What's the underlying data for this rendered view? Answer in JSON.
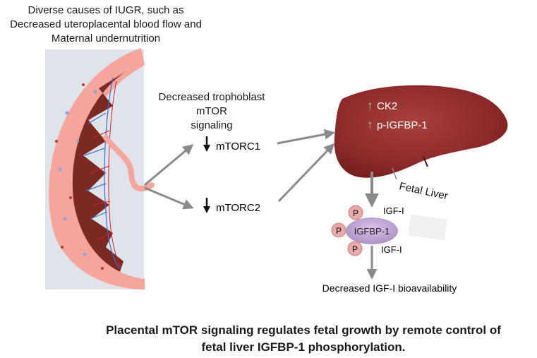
{
  "top_caption": [
    "Diverse causes of IUGR, such as",
    "Decreased uteroplacental blood flow and",
    "Maternal undernutrition"
  ],
  "trophoblast_caption": [
    "Decreased trophoblast mTOR",
    "signaling"
  ],
  "mtorc1": {
    "arrow": "↓",
    "label": "mTORC1"
  },
  "mtorc2": {
    "arrow": "↓",
    "label": "mTORC2"
  },
  "liver": {
    "ck2": {
      "arrow": "↑",
      "label": "CK2"
    },
    "pigfbp": {
      "arrow": "↑",
      "label": "p-IGFBP-1"
    },
    "label": "Fetal Liver"
  },
  "igfbp": {
    "center_label": "IGFBP-1",
    "phospho": "P",
    "igf_top": "IGF-I",
    "igf_bottom": "IGF-I"
  },
  "outcome": "Decreased IGF-I bioavailability",
  "bottom_caption": [
    "Placental mTOR signaling regulates fetal growth by remote control of",
    "fetal liver IGFBP-1 phosphorylation."
  ],
  "colors": {
    "placenta_pink": "#f5a59c",
    "placenta_tissue": "#7a2a22",
    "liver_red": "#8e2b2b",
    "arrow_grey": "#8a8a8a",
    "up_arrow_green": "#8fd88f",
    "igfbp_purple": "#b9a0cf",
    "phospho_pink": "#e9a9a9"
  }
}
